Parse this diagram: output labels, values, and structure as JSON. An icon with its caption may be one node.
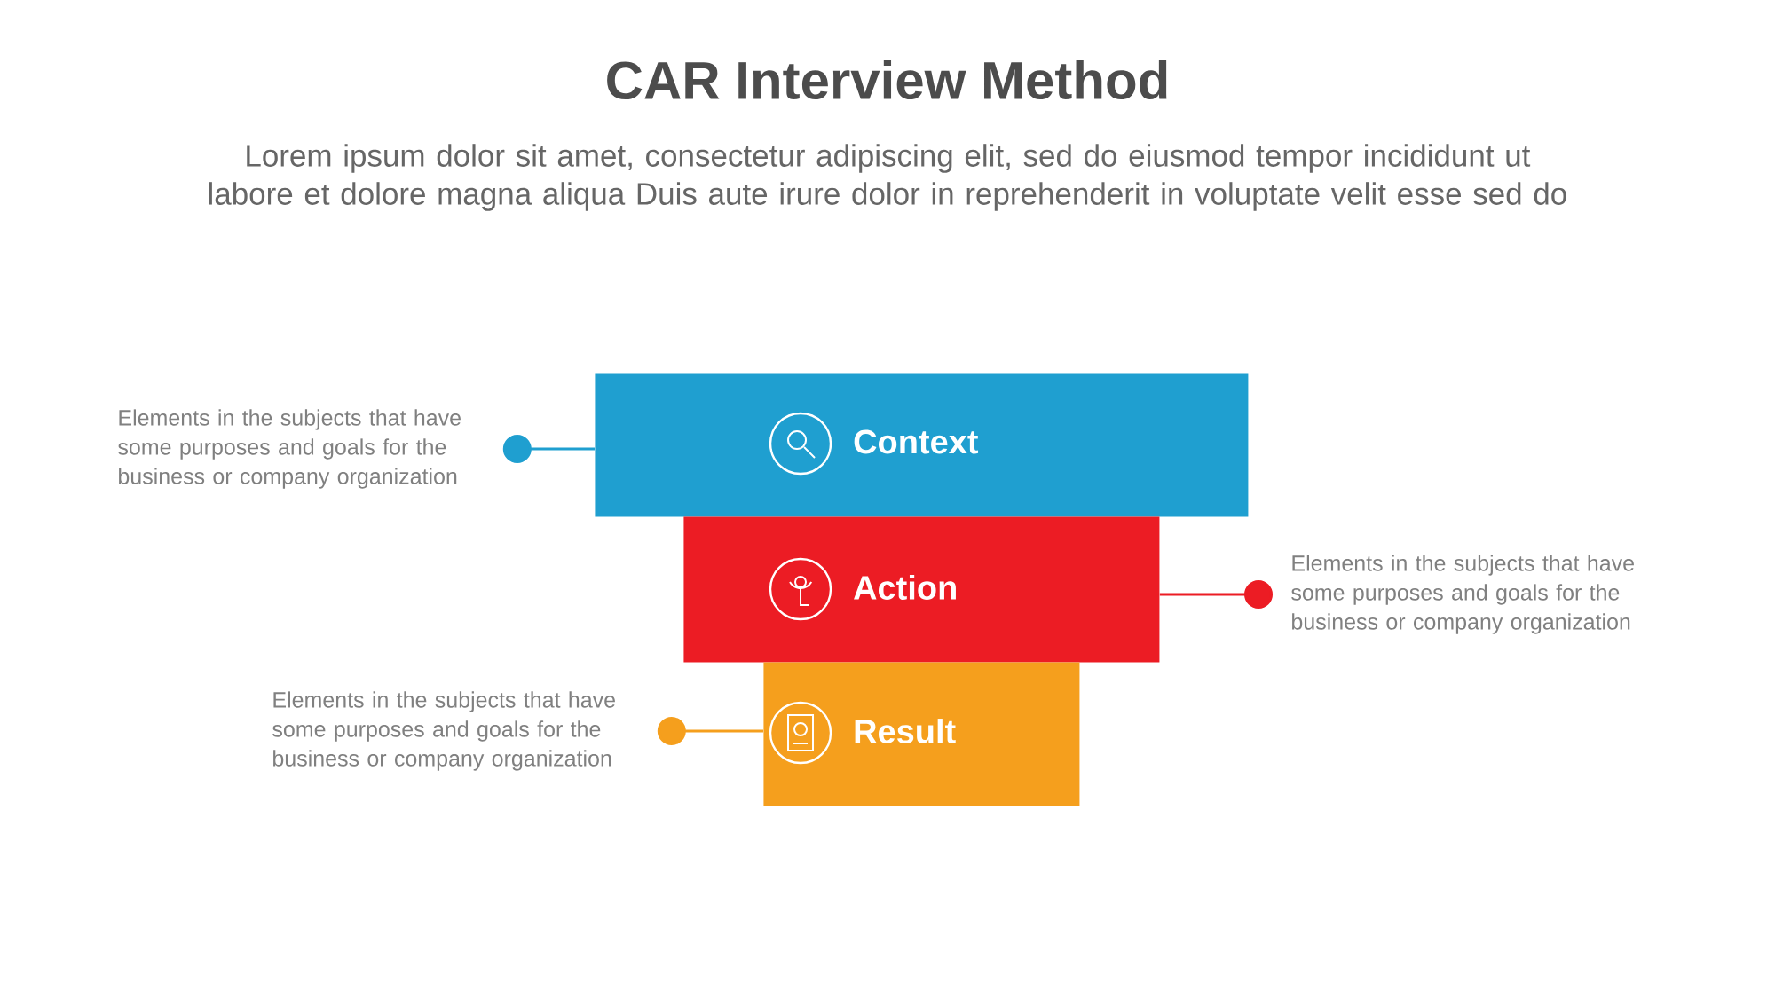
{
  "diagram": {
    "title": "CAR Interview Method",
    "caption": "Lorem ipsum dolor sit amet, consectetur adipiscing elit, sed do eiusmod tempor incididunt ut labore et dolore magna aliqua Duis aute irure dolor in reprehenderit in voluptate velit esse sed do",
    "nodes": [
      {
        "text": [
          "Context"
        ]
      },
      {
        "text": [
          "Action"
        ]
      },
      {
        "text": [
          "Result"
        ]
      },
      {
        "text": [
          "Elements in the subjects that have some purposes and goals for the business or company organization"
        ]
      },
      {
        "text": [
          "Elements in the subjects that have some purposes and goals for the business or company organization"
        ]
      },
      {
        "text": [
          "Elements in the subjects that have some purposes and goals for the business or company organization"
        ]
      }
    ],
    "edges": [
      {
        "from": 0,
        "to": 3,
        "arrow": "other",
        "color": "#1f9fd0"
      },
      {
        "from": 1,
        "to": 4,
        "arrow": "other",
        "color": "#ec1c24"
      },
      {
        "from": 2,
        "to": 5,
        "arrow": "other",
        "color": "#f59f1d"
      }
    ]
  }
}
